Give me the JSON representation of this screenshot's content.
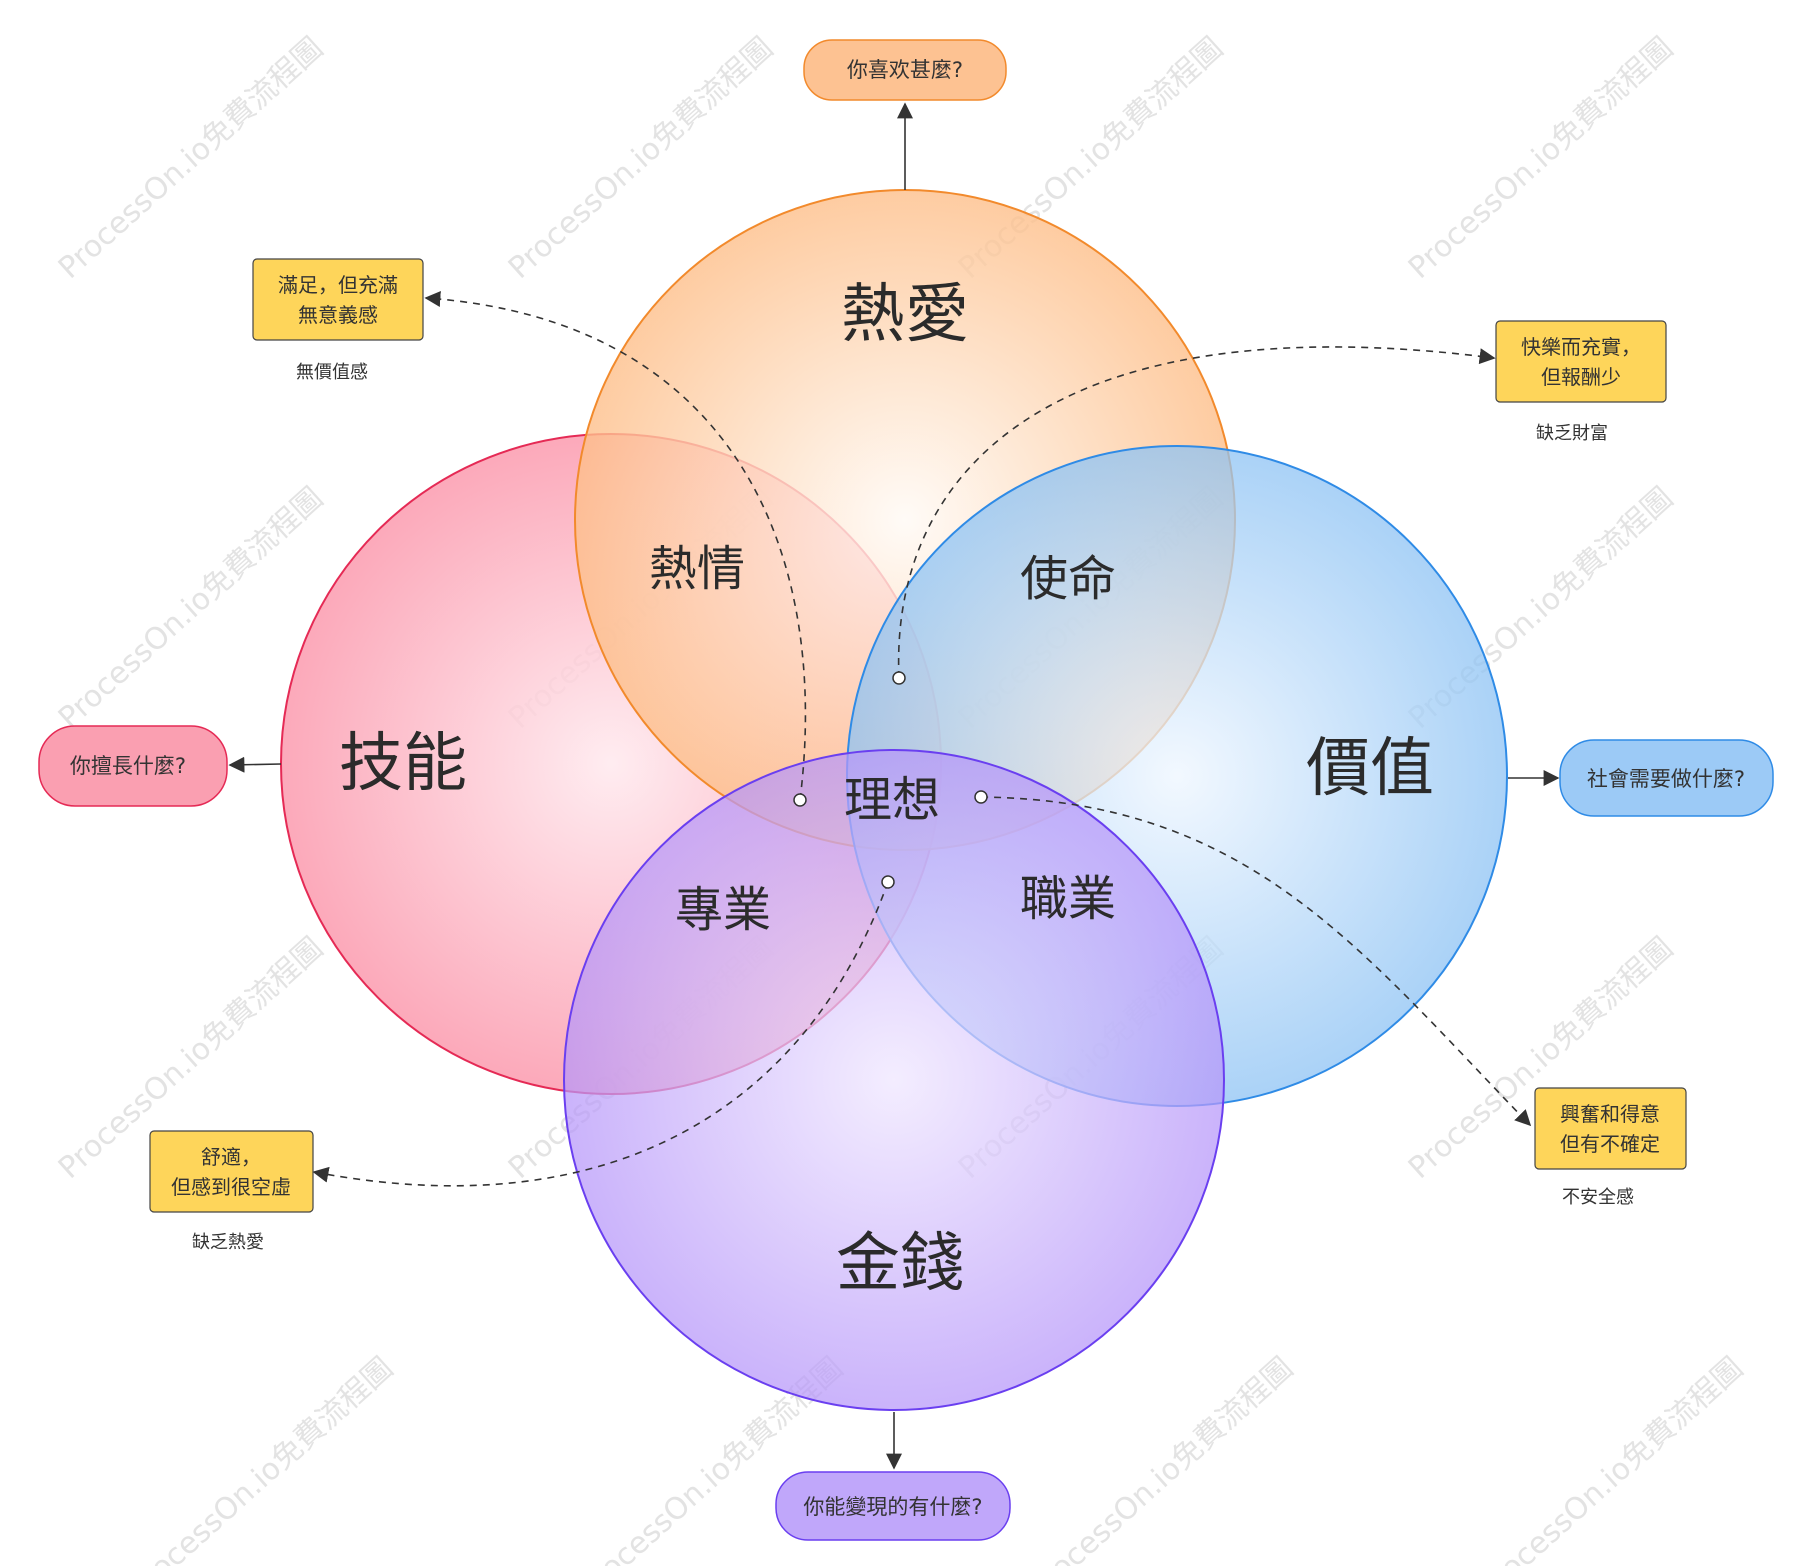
{
  "diagram": {
    "circles": {
      "love": {
        "label": "熱愛",
        "color": "#f5a25d"
      },
      "skill": {
        "label": "技能",
        "color": "#f2708c"
      },
      "value": {
        "label": "價值",
        "color": "#6fb1f0"
      },
      "money": {
        "label": "金錢",
        "color": "#a883f5"
      }
    },
    "overlaps": {
      "passion": "熱情",
      "mission": "使命",
      "profession": "專業",
      "vocation": "職業",
      "ideal": "理想"
    },
    "questions": {
      "love": "你喜欢甚麼?",
      "skill": "你擅長什麼?",
      "value": "社會需要做什麼?",
      "money": "你能變現的有什麼?"
    },
    "notes": {
      "top_left": {
        "lines": [
          "滿足，但充滿",
          "無意義感"
        ],
        "caption": "無價值感"
      },
      "top_right": {
        "lines": [
          "快樂而充實，",
          "但報酬少"
        ],
        "caption": "缺乏財富"
      },
      "bottom_left": {
        "lines": [
          "舒適，",
          "但感到很空虛"
        ],
        "caption": "缺乏熱愛"
      },
      "bottom_right": {
        "lines": [
          "興奮和得意",
          "但有不確定"
        ],
        "caption": "不安全感"
      }
    },
    "watermark": "ProcessOn.io免費流程圖"
  }
}
